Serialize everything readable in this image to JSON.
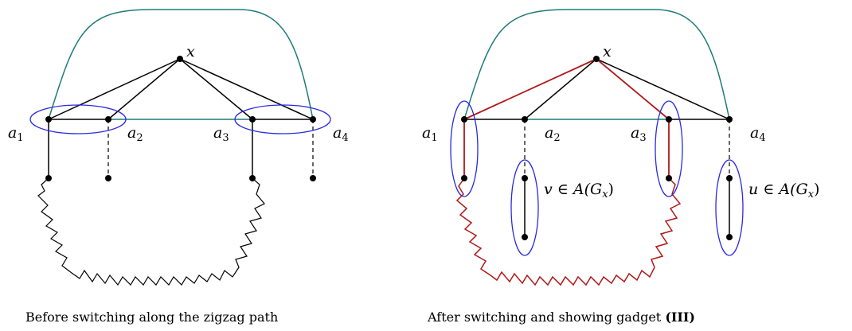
{
  "left_panel": {
    "labels": {
      "x": "x",
      "a1": "a",
      "a1_sub": "1",
      "a2": "a",
      "a2_sub": "2",
      "a3": "a",
      "a3_sub": "3",
      "a4": "a",
      "a4_sub": "4"
    },
    "caption": "Before switching along the zigzag path"
  },
  "right_panel": {
    "labels": {
      "x": "x",
      "a1": "a",
      "a1_sub": "1",
      "a2": "a",
      "a2_sub": "2",
      "a3": "a",
      "a3_sub": "3",
      "a4": "a",
      "a4_sub": "4"
    },
    "v_label": "v ∈ A(G",
    "v_label_sub": "x",
    "v_label_close": ")",
    "u_label": "u ∈ A(G",
    "u_label_sub": "x",
    "u_label_close": ")",
    "caption": "After switching and showing gadget ",
    "caption_bold": "(III)"
  },
  "colors": {
    "edge": "#000000",
    "teal": "#1f7a7a",
    "highlight": "#b01818",
    "ellipse": "#2a2ae0"
  }
}
